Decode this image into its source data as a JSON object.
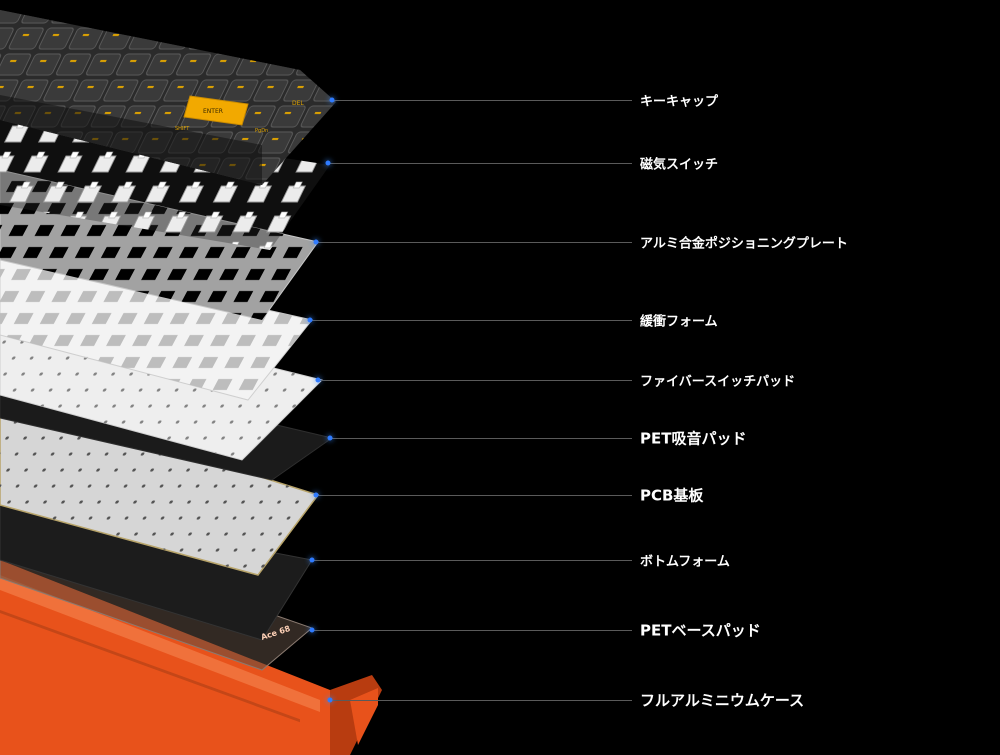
{
  "colors": {
    "background": "#000000",
    "leader_line": "#5a5a5a",
    "dot": "#2f7bff",
    "case": "#e8521b",
    "accent_key": "#f2a900",
    "plate": "#9a9a9a",
    "foam": "#f0f0f0"
  },
  "layers": [
    {
      "label": "キーキャップ"
    },
    {
      "label": "磁気スイッチ"
    },
    {
      "label": "アルミ合金ポジショニングプレート"
    },
    {
      "label": "緩衝フォーム"
    },
    {
      "label": "ファイバースイッチパッド"
    },
    {
      "label": "PET吸音パッド"
    },
    {
      "label": "PCB基板"
    },
    {
      "label": "ボトムフォーム"
    },
    {
      "label": "PETベースパッド"
    },
    {
      "label": "フルアルミニウムケース"
    }
  ],
  "case_brand": "Ace 68",
  "key_legends": {
    "enter": "ENTER",
    "del": "DEL",
    "shift": "SHIFT",
    "pgdn": "PgDn"
  }
}
